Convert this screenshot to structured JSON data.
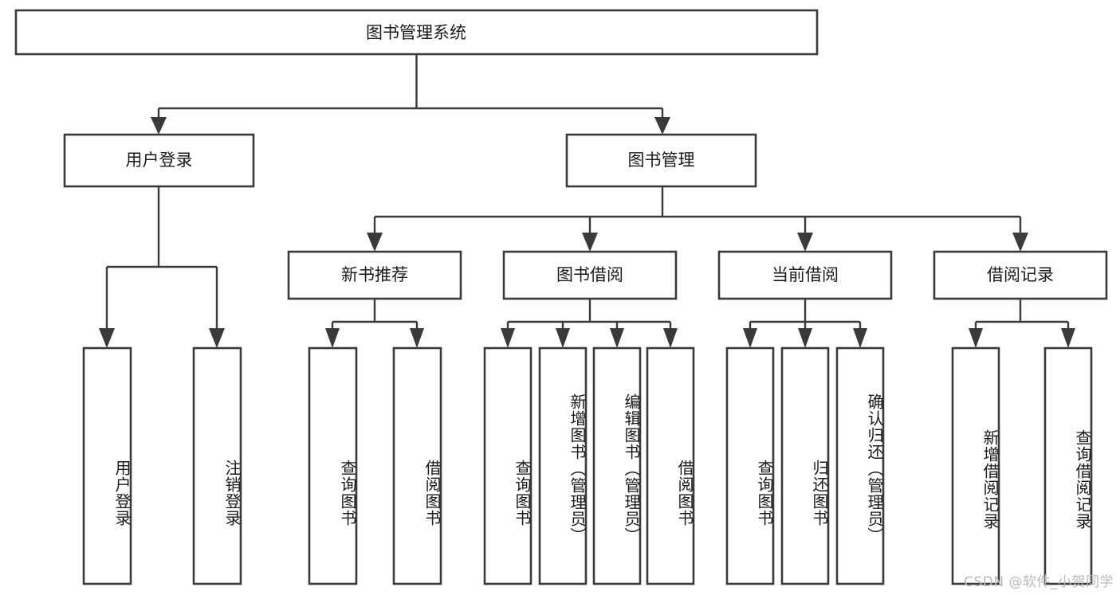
{
  "diagram": {
    "title": "图书管理系统",
    "type": "tree-hierarchy-chart",
    "style": {
      "box_fill": "#ffffff",
      "box_stroke": "#3a3a3a",
      "text_color": "#1a1a1a",
      "background": "#ffffff",
      "watermark_color": "#b9b9b9"
    },
    "root": {
      "id": "root",
      "label": "图书管理系统"
    },
    "level2": [
      {
        "id": "user-login",
        "label": "用户登录"
      },
      {
        "id": "book-manage",
        "label": "图书管理"
      }
    ],
    "level3": [
      {
        "id": "new-book-recommend",
        "label": "新书推荐",
        "parent": "book-manage"
      },
      {
        "id": "book-borrow",
        "label": "图书借阅",
        "parent": "book-manage"
      },
      {
        "id": "current-borrow",
        "label": "当前借阅",
        "parent": "book-manage"
      },
      {
        "id": "borrow-record",
        "label": "借阅记录",
        "parent": "book-manage"
      }
    ],
    "leaves": [
      {
        "id": "leaf-user-login",
        "label": "用户登录",
        "parent": "user-login"
      },
      {
        "id": "leaf-logout-login",
        "label": "注销登录",
        "parent": "user-login"
      },
      {
        "id": "leaf-query-book-1",
        "label": "查询图书",
        "parent": "new-book-recommend"
      },
      {
        "id": "leaf-borrow-book-1",
        "label": "借阅图书",
        "parent": "new-book-recommend"
      },
      {
        "id": "leaf-query-book-2",
        "label": "查询图书",
        "parent": "book-borrow"
      },
      {
        "id": "leaf-add-book",
        "label": "新增图书（管理员）",
        "parent": "book-borrow"
      },
      {
        "id": "leaf-edit-book",
        "label": "编辑图书（管理员）",
        "parent": "book-borrow"
      },
      {
        "id": "leaf-borrow-book-2",
        "label": "借阅图书",
        "parent": "book-borrow"
      },
      {
        "id": "leaf-query-book-3",
        "label": "查询图书",
        "parent": "current-borrow"
      },
      {
        "id": "leaf-return-book",
        "label": "归还图书",
        "parent": "current-borrow"
      },
      {
        "id": "leaf-confirm-return",
        "label": "确认归还（管理员）",
        "parent": "current-borrow"
      },
      {
        "id": "leaf-add-record",
        "label": "新增借阅记录",
        "parent": "borrow-record"
      },
      {
        "id": "leaf-query-record",
        "label": "查询借阅记录",
        "parent": "borrow-record"
      }
    ],
    "watermark": "CSDN @软件_小贺同学"
  }
}
